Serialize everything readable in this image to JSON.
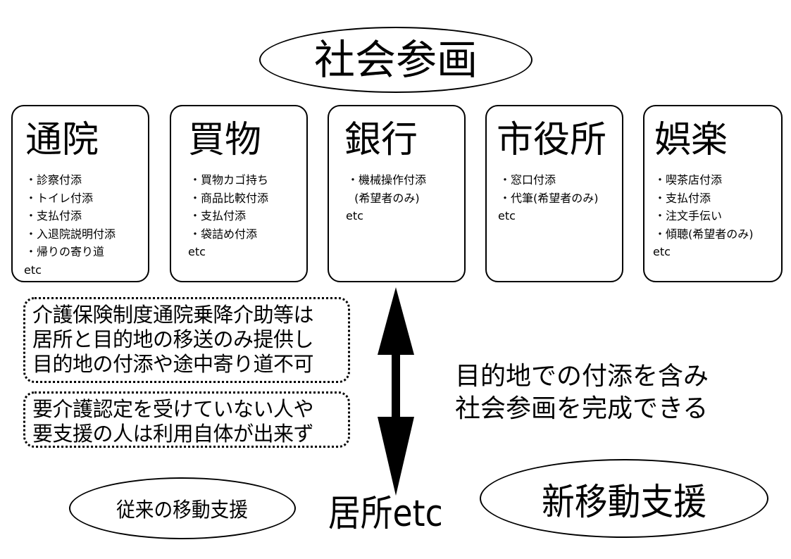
{
  "header": {
    "title": "社会参画"
  },
  "cards": [
    {
      "title": "通院",
      "items": [
        "・診察付添",
        "・トイレ付添",
        "・支払付添",
        "・入退院説明付添",
        "・帰りの寄り道"
      ],
      "etc": "etc"
    },
    {
      "title": "買物",
      "items": [
        "・買物カゴ持ち",
        "・商品比較付添",
        "・支払付添",
        "・袋詰め付添"
      ],
      "etc": "etc"
    },
    {
      "title": "銀行",
      "items": [
        "・機械操作付添",
        "  (希望者のみ)"
      ],
      "etc": "etc"
    },
    {
      "title": "市役所",
      "items": [
        "・窓口付添",
        "・代筆(希望者のみ)"
      ],
      "etc": "etc"
    },
    {
      "title": "娯楽",
      "items": [
        "・喫茶店付添",
        "・支払付添",
        "・注文手伝い",
        "・傾聴(希望者のみ)"
      ],
      "etc": "etc"
    }
  ],
  "notes": {
    "insurance": [
      "介護保険制度通院乗降介助等は",
      "居所と目的地の移送のみ提供し",
      "目的地の付添や途中寄り道不可"
    ],
    "eligibility": [
      "要介護認定を受けていない人や",
      "要支援の人は利用自体が出来ず"
    ]
  },
  "benefit": [
    "目的地での付添を含み",
    "社会参画を完成できる"
  ],
  "bottom": {
    "traditional": "従来の移動支援",
    "home": "居所etc",
    "new": "新移動支援"
  }
}
